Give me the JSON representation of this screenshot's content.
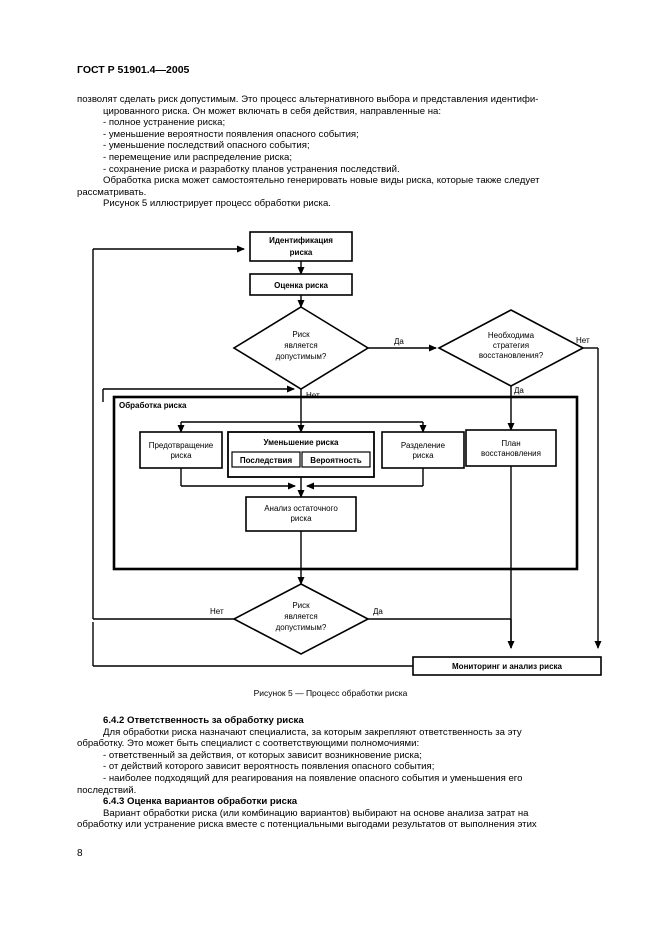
{
  "header": {
    "title": "ГОСТ Р 51901.4—2005"
  },
  "intro": {
    "lines": [
      "позволят сделать риск допустимым. Это процесс альтернативного выбора и представления идентифи-",
      "цированного риска. Он может включать в себя действия, направленные на:"
    ],
    "bullets": [
      "- полное устранение риска;",
      "- уменьшение вероятности появления опасного события;",
      "- уменьшение последствий опасного события;",
      "- перемещение или распределение риска;",
      "- сохранение риска и разработку планов устранения последствий."
    ],
    "para2_line1": "Обработка риска может самостоятельно генерировать новые виды риска, которые также следует",
    "para2_line2": "рассматривать.",
    "para3": "Рисунок 5 иллюстрирует процесс обработки риска."
  },
  "flowchart": {
    "identification": [
      "Идентификация",
      "риска"
    ],
    "assessment": "Оценка риска",
    "decision1": [
      "Риск",
      "является",
      "допустимым?"
    ],
    "decision_recovery": [
      "Необходима",
      "стратегия",
      "восстановления?"
    ],
    "label_yes1": "Да",
    "label_no1": "Нет",
    "label_no_right": "Нет",
    "label_yes_down": "Да",
    "treatment_title": "Обработка риска",
    "prevention": [
      "Предотвращение",
      "риска"
    ],
    "reduction_title": "Уменьшение риска",
    "consequences": "Последствия",
    "probability": "Вероятность",
    "transfer": [
      "Разделение",
      "риска"
    ],
    "recovery_plan": [
      "План",
      "восстановления"
    ],
    "residual": [
      "Анализ остаточного",
      "риска"
    ],
    "decision2": [
      "Риск",
      "является",
      "допустимым?"
    ],
    "label_no2": "Нет",
    "label_yes2": "Да",
    "monitoring": "Мониторинг и анализ риска"
  },
  "caption": "Рисунок 5 — Процесс обработки риска",
  "section_642": {
    "heading": "6.4.2 Ответственность за обработку риска",
    "line1": "Для обработки риска назначают специалиста, за которым закрепляют  ответственность за эту",
    "line2": "обработку. Это может быть специалист с соответствующими полномочиями:",
    "bullets": [
      "- ответственный за действия, от которых зависит возникновение риска;",
      "- от действий которого зависит вероятность появления опасного события;"
    ],
    "last_line1": "- наиболее подходящий для реагирования на появление опасного события и уменьшения его",
    "last_line2": "последствий."
  },
  "section_643": {
    "heading": "6.4.3 Оценка вариантов обработки риска",
    "line1": "Вариант обработки риска (или комбинацию вариантов) выбирают на основе анализа затрат на",
    "line2": "обработку или устранение риска вместе с потенциальными выгодами результатов от выполнения этих"
  },
  "page_number": "8"
}
